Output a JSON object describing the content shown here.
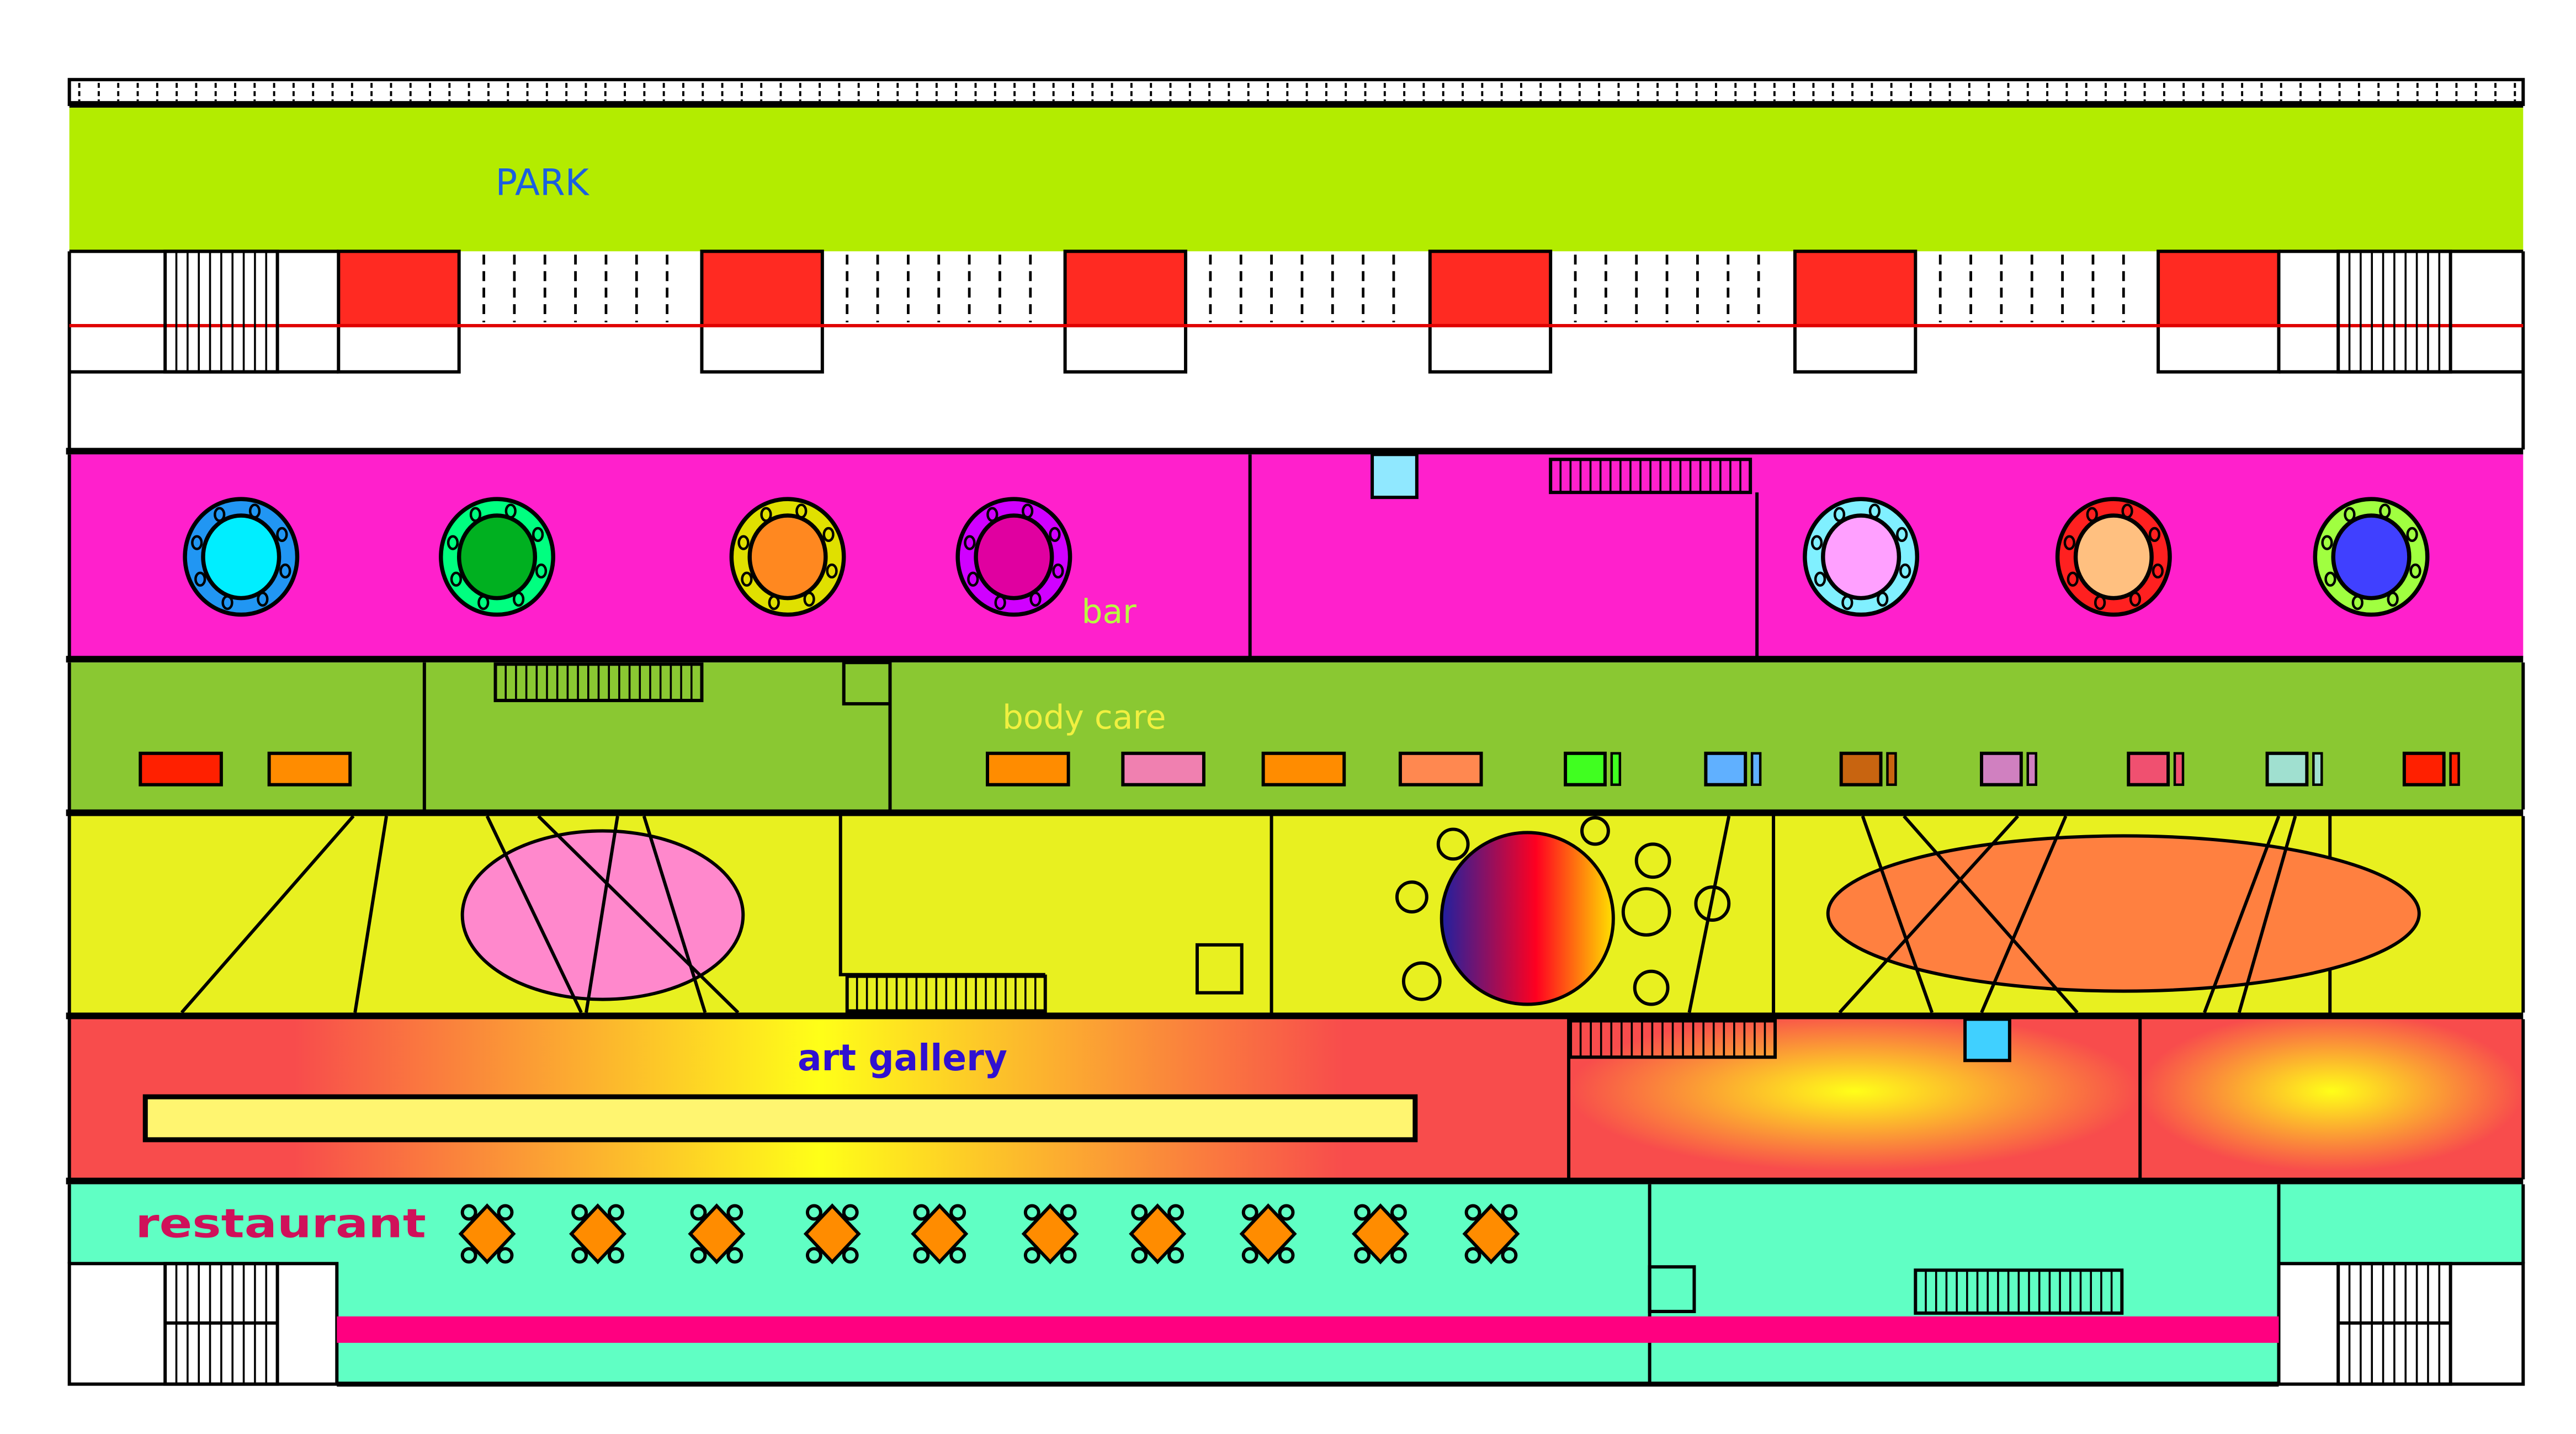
{
  "labels": {
    "park": "PARK",
    "bar": "bar",
    "body_care": "body care",
    "art_gallery": "art gallery",
    "restaurant": "restaurant"
  },
  "colors": {
    "park": "#b3ec00",
    "bar": "#ff20cc",
    "body_care": "#8ac832",
    "yellow_zone": "#e8f020",
    "restaurant": "#60ffc4",
    "parking_red": "#ff2a22",
    "restaurant_strip": "#ff0080",
    "gallery_bench": "#fff570",
    "park_label": "#1a5fe0",
    "bar_label": "#b8ff40",
    "body_care_label": "#f0f040",
    "art_gallery_label": "#3010d0",
    "restaurant_label": "#d0105a"
  },
  "bar_tables": [
    {
      "outer": "#2196f3",
      "inner": "#00eeff"
    },
    {
      "outer": "#00ff80",
      "inner": "#00b020"
    },
    {
      "outer": "#e0e000",
      "inner": "#ff8820"
    },
    {
      "outer": "#d000ff",
      "inner": "#e000a0"
    },
    {
      "outer": "#80f0ff",
      "inner": "#ffa0ff"
    },
    {
      "outer": "#ff2020",
      "inner": "#ffc080"
    },
    {
      "outer": "#a0ff40",
      "inner": "#4040ff"
    }
  ],
  "body_care_stations": [
    "#ff2000",
    "#ff8c00",
    "#ff8c00",
    "#f080b0",
    "#ff8c00",
    "#ff8850",
    "#40ff20",
    "#60b0ff",
    "#c86410",
    "#d080c0",
    "#f05070",
    "#a0e0d0",
    "#ff2000"
  ],
  "restaurant_table_count": 10
}
